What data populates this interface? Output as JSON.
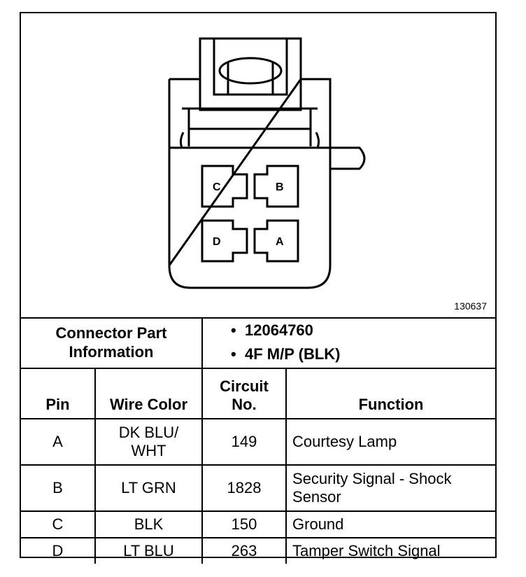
{
  "figure_number": "130637",
  "connector_pins": {
    "c": "C",
    "b": "B",
    "d": "D",
    "a": "A"
  },
  "connector_info": {
    "label": "Connector Part Information",
    "values": [
      "12064760",
      "4F M/P (BLK)"
    ]
  },
  "table": {
    "headers": {
      "pin": "Pin",
      "wire_color": "Wire Color",
      "circuit": "Circuit No.",
      "function": "Function"
    },
    "rows": [
      {
        "pin": "A",
        "wire_color": "DK BLU/ WHT",
        "circuit": "149",
        "function": "Courtesy Lamp"
      },
      {
        "pin": "B",
        "wire_color": "LT GRN",
        "circuit": "1828",
        "function": "Security Signal - Shock Sensor"
      },
      {
        "pin": "C",
        "wire_color": "BLK",
        "circuit": "150",
        "function": "Ground"
      },
      {
        "pin": "D",
        "wire_color": "LT BLU",
        "circuit": "263",
        "function": "Tamper Switch Signal"
      }
    ]
  }
}
